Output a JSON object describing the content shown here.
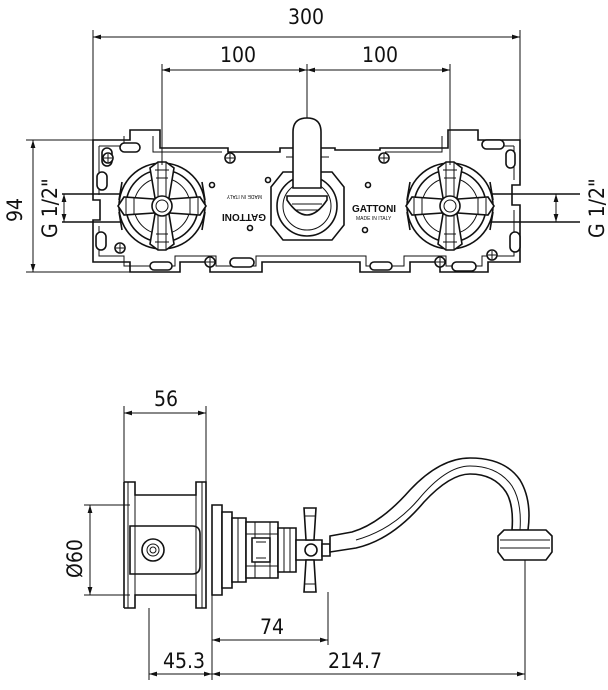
{
  "dimensions": {
    "overall_width": "300",
    "left_spacing": "100",
    "right_spacing": "100",
    "height": "94",
    "thread_left": "G 1/2\"",
    "thread_right": "G 1/2\"",
    "body_depth": "56",
    "diameter": "Ø60",
    "handle_offset": "74",
    "wall_offset": "45.3",
    "spout_reach": "214.7"
  },
  "labels": {
    "brand_mirrored": "GATTONI",
    "made_in_mirrored": "MADE IN ITALY",
    "brand": "GATTONI",
    "made_in": "MADE IN ITALY"
  }
}
